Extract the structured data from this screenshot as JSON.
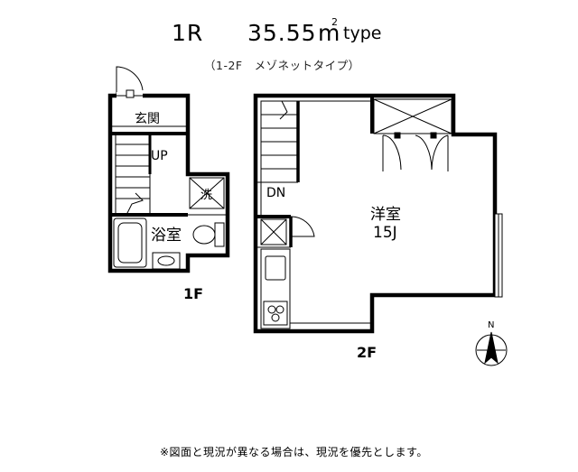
{
  "header": {
    "layout": "1R",
    "area": "35.55",
    "unit": "m",
    "unit_sup": "2",
    "type_suffix": "type",
    "subtitle": "（1-2F　メゾネットタイプ）"
  },
  "floor1": {
    "label": "1F",
    "rooms": {
      "entrance": "玄関",
      "stairs_up": "UP",
      "washer": "洗",
      "bathroom": "浴室"
    }
  },
  "floor2": {
    "label": "2F",
    "rooms": {
      "stairs_down": "DN",
      "western_room": "洋室",
      "western_room_size": "15J"
    }
  },
  "compass": {
    "north": "N"
  },
  "footer": {
    "disclaimer": "※図面と現況が異なる場合は、現況を優先とします。"
  }
}
